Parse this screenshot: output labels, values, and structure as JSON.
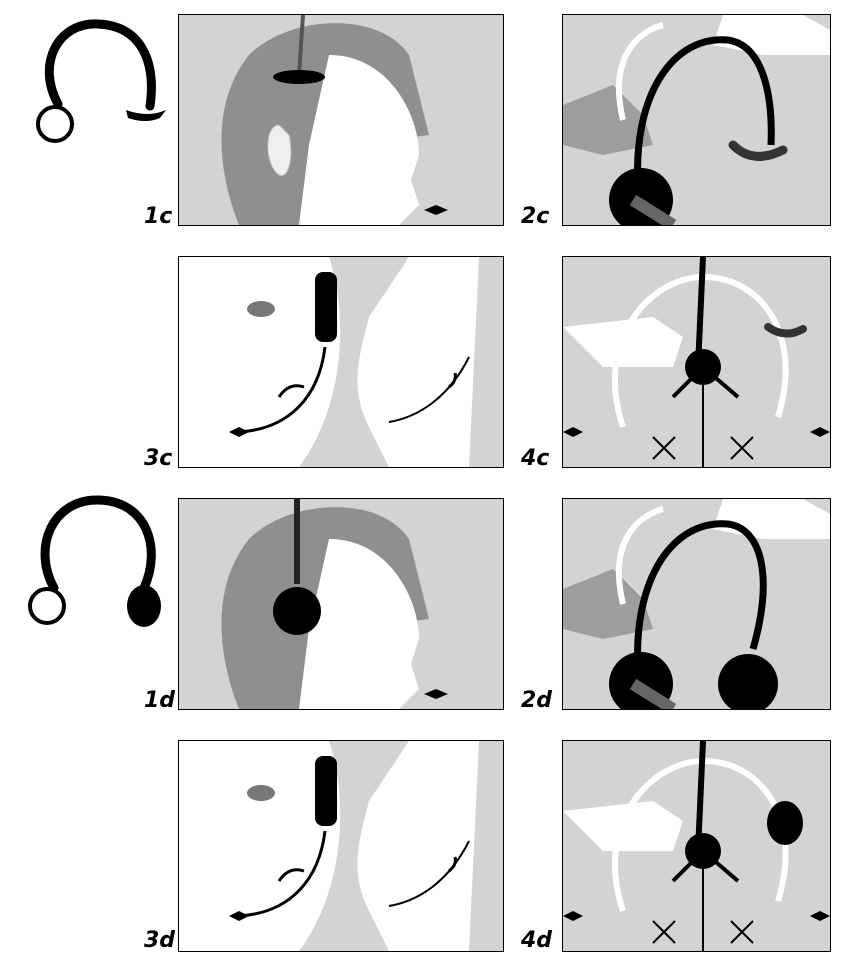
{
  "labels": {
    "p1c": "1c",
    "p2c": "2c",
    "p3c": "3c",
    "p4c": "4c",
    "p1d": "1d",
    "p2d": "2d",
    "p3d": "3d",
    "p4d": "4d"
  },
  "icons": {
    "monaural": "monaural-headset-icon",
    "binaural": "binaural-headset-icon"
  },
  "colors": {
    "panel_bg": "#d3d3d3",
    "hair": "#8f8f8f",
    "ink": "#000000",
    "skin": "#ffffff"
  }
}
